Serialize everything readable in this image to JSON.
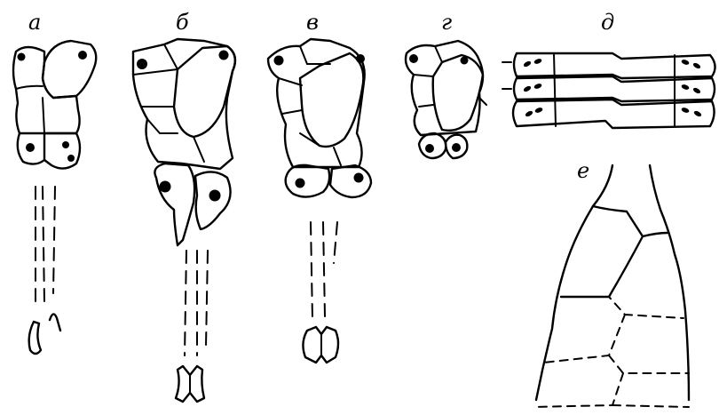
{
  "panels": [
    {
      "id": "a",
      "label": "а"
    },
    {
      "id": "b",
      "label": "б"
    },
    {
      "id": "v",
      "label": "в"
    },
    {
      "id": "g",
      "label": "г"
    },
    {
      "id": "d",
      "label": "д"
    },
    {
      "id": "e",
      "label": "е"
    }
  ]
}
